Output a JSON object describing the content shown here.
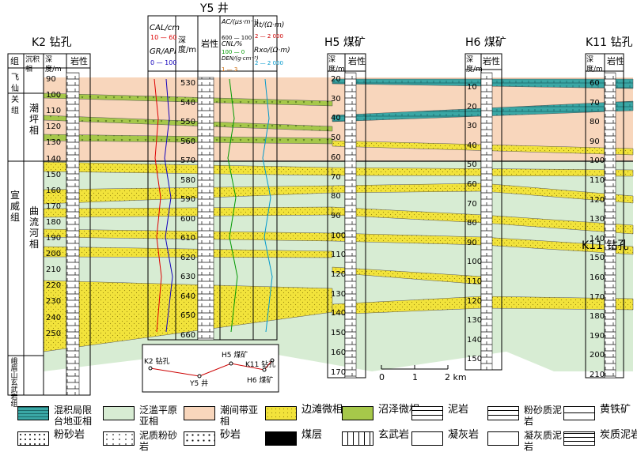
{
  "wells": {
    "k2_title": "K2 钻孔",
    "y5_title": "Y5 井",
    "h5_title": "H5 煤矿",
    "h6_title": "H6 煤矿",
    "k11_title": "K11 钻孔"
  },
  "k2_headers": {
    "group": "组",
    "facies": "沉积相",
    "depth": "深度/m",
    "litho": "岩性"
  },
  "y5_headers": {
    "cal": "CAL/cm",
    "cal_range": "10 — 60",
    "gr": "GR/API",
    "gr_range": "0 — 100",
    "depth": "深度/m",
    "litho": "岩性",
    "ac": "AC/(μs·m⁻¹)",
    "ac_range": "600 — 100",
    "cnl": "CNL/%",
    "cnl_range": "100 — 0",
    "den": "DEN/(g·cm⁻³)",
    "den_range": "1 — 3",
    "rt": "Rt/(Ω·m)",
    "rt_range": "2 — 2 000",
    "rxo": "Rxo/(Ω·m)",
    "rxo_range": "2 — 2 000"
  },
  "small_headers": {
    "depth": "深度/m",
    "litho": "岩性"
  },
  "formations": {
    "feixianguan": "飞仙关组",
    "xuanwei": "宣威组",
    "emeishan": "峨眉山玄武岩组"
  },
  "facies_labels": {
    "tidal": "潮坪相",
    "fluvial": "曲流河相"
  },
  "k2_depths": [
    "90",
    "100",
    "110",
    "120",
    "130",
    "140",
    "150",
    "160",
    "170",
    "180",
    "190",
    "200",
    "210",
    "220",
    "230",
    "240",
    "250"
  ],
  "y5_depths": [
    "530",
    "540",
    "550",
    "560",
    "570",
    "580",
    "590",
    "600",
    "610",
    "620",
    "630",
    "640",
    "650",
    "660"
  ],
  "h5_depths": [
    "20",
    "30",
    "40",
    "50",
    "60",
    "70",
    "80",
    "90",
    "100",
    "110",
    "120",
    "130",
    "140",
    "150",
    "160",
    "170"
  ],
  "h6_depths": [
    "10",
    "20",
    "30",
    "40",
    "50",
    "60",
    "70",
    "80",
    "90",
    "100",
    "110",
    "120",
    "130",
    "140",
    "150"
  ],
  "k11_depths": [
    "60",
    "70",
    "80",
    "90",
    "100",
    "110",
    "120",
    "130",
    "140",
    "150",
    "160",
    "170",
    "180",
    "190",
    "200",
    "210"
  ],
  "scale": {
    "labels": [
      "0",
      "1",
      "2 km"
    ]
  },
  "location_map": {
    "k2": "K2 钻孔",
    "y5": "Y5 井",
    "h5": "H5 煤矿",
    "h6": "H6 煤矿",
    "k11": "K11 钻孔"
  },
  "legend": [
    {
      "key": "mixed",
      "label": "混积局限台地亚相",
      "color": "#3aa7a5"
    },
    {
      "key": "floodplain",
      "label": "泛滥平原亚相",
      "color": "#d7ecd3"
    },
    {
      "key": "intertidal",
      "label": "潮间带亚相",
      "color": "#f8d6bc"
    },
    {
      "key": "bar",
      "label": "边滩微相",
      "color": "#f2e33b"
    },
    {
      "key": "swamp",
      "label": "沼泽微相",
      "color": "#a6c84a"
    },
    {
      "key": "mudstone",
      "label": "泥岩",
      "color": "#ffffff"
    },
    {
      "key": "silty_mudstone",
      "label": "粉砂质泥岩",
      "color": "#ffffff"
    },
    {
      "key": "pyrite",
      "label": "黄铁矿",
      "color": "#ffffff"
    },
    {
      "key": "siltstone",
      "label": "粉砂岩",
      "color": "#ffffff"
    },
    {
      "key": "muddy_siltstone",
      "label": "泥质粉砂岩",
      "color": "#ffffff"
    },
    {
      "key": "sandstone",
      "label": "砂岩",
      "color": "#ffffff"
    },
    {
      "key": "coal",
      "label": "煤层",
      "color": "#000000"
    },
    {
      "key": "basalt",
      "label": "玄武岩",
      "color": "#ffffff"
    },
    {
      "key": "tuff",
      "label": "凝灰岩",
      "color": "#ffffff"
    },
    {
      "key": "tuffaceous_mudstone",
      "label": "凝灰质泥岩",
      "color": "#ffffff"
    },
    {
      "key": "carbonaceous_mudstone",
      "label": "炭质泥岩",
      "color": "#ffffff"
    }
  ]
}
